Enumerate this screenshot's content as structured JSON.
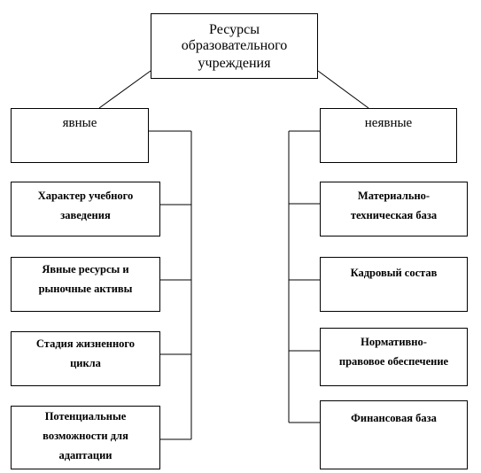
{
  "root": {
    "line1": "Ресурсы",
    "line2": "образовательного",
    "line3": "учреждения"
  },
  "explicit": {
    "label": "явные",
    "items": [
      {
        "line1": "Характер учебного",
        "line2": "заведения",
        "line3": ""
      },
      {
        "line1": "Явные ресурсы и",
        "line2": "рыночные активы",
        "line3": ""
      },
      {
        "line1": "Стадия жизненного",
        "line2": "цикла",
        "line3": ""
      },
      {
        "line1": "Потенциальные",
        "line2": "возможности для",
        "line3": "адаптации"
      }
    ]
  },
  "implicit": {
    "label": "неявные",
    "items": [
      {
        "line1": "Материально-",
        "line2": "техническая база"
      },
      {
        "line1": "Кадровый состав",
        "line2": ""
      },
      {
        "line1": "Нормативно-",
        "line2": "правовое обеспечение"
      },
      {
        "line1": "Финансовая база",
        "line2": ""
      }
    ]
  }
}
